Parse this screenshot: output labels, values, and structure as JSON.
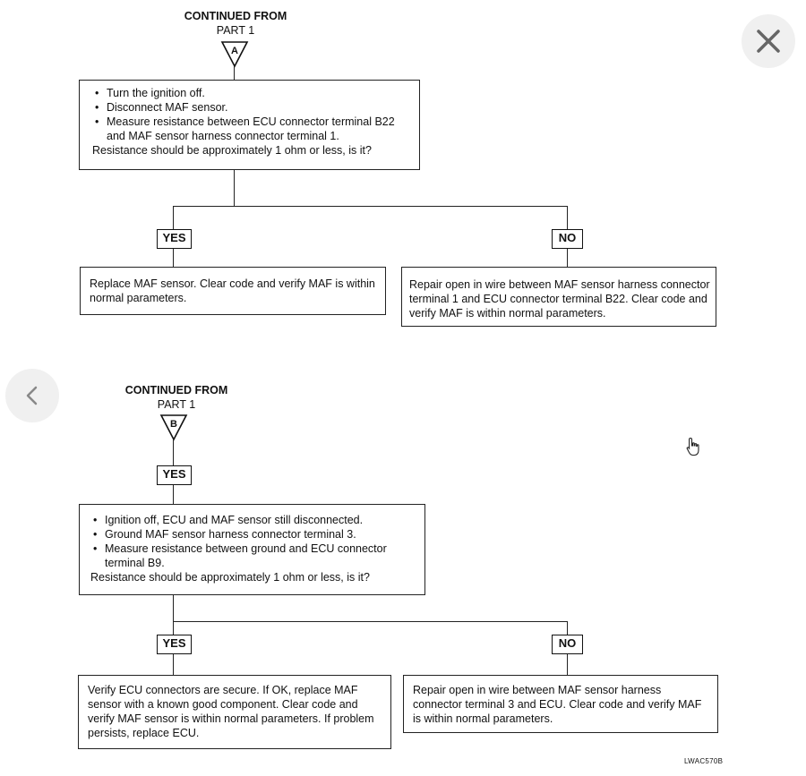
{
  "nav": {
    "close_icon": "close-icon",
    "prev_icon": "chevron-left-icon",
    "cursor_icon": "hand-pointer-icon"
  },
  "part_a": {
    "heading_title": "CONTINUED FROM",
    "heading_sub": "PART 1",
    "connector_letter": "A",
    "check_box": {
      "bullets": [
        "Turn the ignition off.",
        "Disconnect MAF sensor.",
        "Measure resistance between ECU connector terminal B22 and MAF sensor harness connector terminal 1."
      ],
      "question": "Resistance should be approximately 1 ohm or less,  is it?"
    },
    "yes_label": "YES",
    "no_label": "NO",
    "yes_result": "Replace MAF sensor. Clear code and verify MAF is within normal parameters.",
    "no_result": "Repair open in wire between MAF sensor harness connector terminal 1 and ECU connector terminal B22. Clear code and verify MAF is within normal parameters."
  },
  "part_b": {
    "heading_title": "CONTINUED FROM",
    "heading_sub": "PART 1",
    "connector_letter": "B",
    "entry_label": "YES",
    "check_box": {
      "bullets": [
        "Ignition off, ECU and MAF sensor still disconnected.",
        "Ground MAF sensor harness connector terminal 3.",
        "Measure resistance between ground and ECU connector terminal B9."
      ],
      "question": "Resistance should be approximately 1 ohm or less, is it?"
    },
    "yes_label": "YES",
    "no_label": "NO",
    "yes_result": "Verify ECU connectors are secure. If OK, replace MAF sensor with a known good component. Clear code and verify MAF sensor is within normal parameters. If problem persists, replace ECU.",
    "no_result": "Repair open in wire between MAF sensor harness connector terminal 3 and ECU. Clear code and verify MAF is within normal parameters."
  },
  "figure_ref": "LWAC570B"
}
